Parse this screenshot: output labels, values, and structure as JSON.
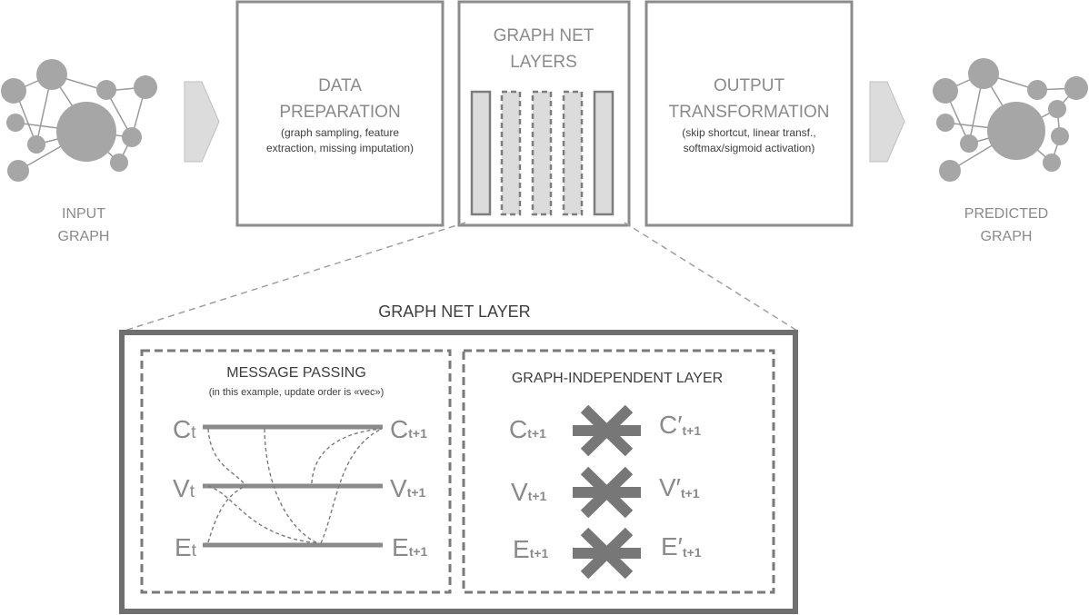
{
  "input_graph": {
    "line1": "INPUT",
    "line2": "GRAPH"
  },
  "predicted_graph": {
    "line1": "PREDICTED",
    "line2": "GRAPH"
  },
  "data_preparation": {
    "title1": "DATA",
    "title2": "PREPARATION",
    "desc1": "(graph sampling, feature",
    "desc2": "extraction, missing imputation)"
  },
  "graph_net_layers": {
    "title1": "GRAPH NET",
    "title2": "LAYERS"
  },
  "output_transformation": {
    "title1": "OUTPUT",
    "title2": "TRANSFORMATION",
    "desc1": "(skip shortcut, linear transf.,",
    "desc2": "softmax/sigmoid activation)"
  },
  "graph_net_layer": {
    "title": "GRAPH NET LAYER",
    "message_passing": {
      "title": "MESSAGE PASSING",
      "subtitle": "(in this example, update order is «vec»)",
      "rows": [
        {
          "left_base": "C",
          "left_sub": "t",
          "right_base": "C",
          "right_sub": "t+1"
        },
        {
          "left_base": "V",
          "left_sub": "t",
          "right_base": "V",
          "right_sub": "t+1"
        },
        {
          "left_base": "E",
          "left_sub": "t",
          "right_base": "E",
          "right_sub": "t+1"
        }
      ]
    },
    "graph_independent": {
      "title": "GRAPH-INDEPENDENT  LAYER",
      "rows": [
        {
          "left_base": "C",
          "left_sub": "t+1",
          "right_base": "C′",
          "right_sub": "t+1"
        },
        {
          "left_base": "V",
          "left_sub": "t+1",
          "right_base": "V′",
          "right_sub": "t+1"
        },
        {
          "left_base": "E",
          "left_sub": "t+1",
          "right_base": "E′",
          "right_sub": "t+1"
        }
      ]
    }
  }
}
